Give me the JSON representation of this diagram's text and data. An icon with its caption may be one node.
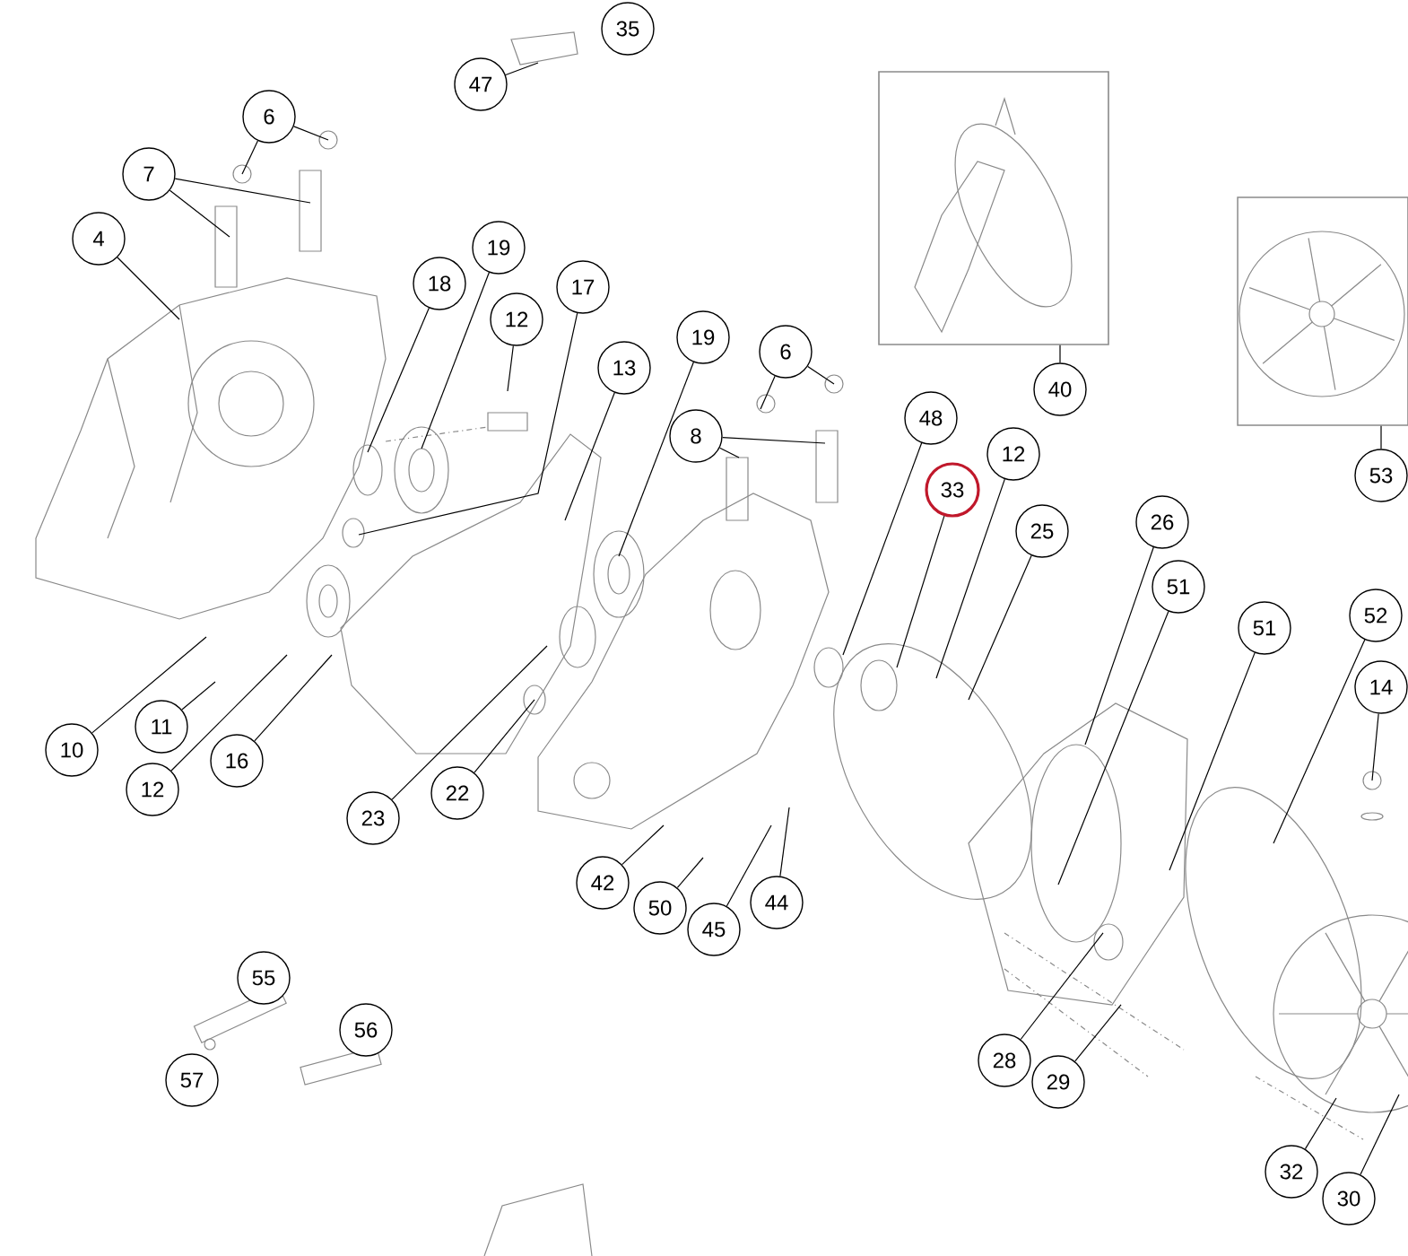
{
  "diagram": {
    "nodes": [
      {
        "text": [
          "47"
        ]
      },
      {
        "text": [],
        "shape": "box"
      },
      {
        "text": [],
        "shape": "box"
      },
      {
        "text": [
          "6"
        ]
      },
      {
        "text": [
          "7"
        ]
      },
      {
        "text": [
          "4"
        ]
      },
      {
        "text": [
          "19"
        ]
      },
      {
        "text": [
          "18"
        ]
      },
      {
        "text": [
          "17"
        ]
      },
      {
        "text": [
          "12"
        ]
      },
      {
        "text": [
          "13"
        ]
      },
      {
        "text": [
          "19"
        ]
      },
      {
        "text": [
          "6"
        ]
      },
      {
        "text": [
          "40"
        ]
      },
      {
        "text": [
          "48"
        ]
      },
      {
        "text": [
          "8"
        ]
      },
      {
        "text": [
          "12"
        ]
      },
      {
        "text": [
          "53"
        ]
      },
      {
        "text": [
          "33"
        ]
      },
      {
        "text": [
          "26"
        ]
      },
      {
        "text": [
          "25"
        ]
      },
      {
        "text": [
          "51"
        ]
      },
      {
        "text": [
          "52"
        ]
      },
      {
        "text": [
          "51"
        ]
      },
      {
        "text": [
          "14"
        ]
      },
      {
        "text": [
          "11"
        ]
      },
      {
        "text": [
          "10"
        ]
      },
      {
        "text": [
          "16"
        ]
      },
      {
        "text": [
          "12"
        ]
      },
      {
        "text": [
          "22"
        ]
      },
      {
        "text": [
          "23"
        ]
      },
      {
        "text": [
          "42"
        ]
      },
      {
        "text": [
          "44"
        ]
      },
      {
        "text": [
          "50"
        ]
      },
      {
        "text": [
          "45"
        ]
      },
      {
        "text": [
          "28"
        ]
      },
      {
        "text": [
          "29"
        ]
      },
      {
        "text": [
          "32"
        ]
      },
      {
        "text": [
          "30"
        ]
      },
      {
        "text": [
          "35"
        ]
      },
      {
        "text": [
          "55"
        ]
      },
      {
        "text": [
          "56"
        ]
      },
      {
        "text": [
          "57"
        ]
      }
    ],
    "edges": [
      {
        "from": 0,
        "to": null,
        "arrow": "none"
      },
      {
        "from": 3,
        "to": null,
        "arrow": "none"
      },
      {
        "from": 3,
        "to": null,
        "arrow": "none"
      },
      {
        "from": 4,
        "to": null,
        "arrow": "none"
      },
      {
        "from": 4,
        "to": null,
        "arrow": "none"
      },
      {
        "from": 5,
        "to": null,
        "arrow": "none"
      },
      {
        "from": 6,
        "to": null,
        "arrow": "none"
      },
      {
        "from": 7,
        "to": null,
        "arrow": "none"
      },
      {
        "from": 8,
        "to": null,
        "arrow": "none"
      },
      {
        "from": 9,
        "to": null,
        "arrow": "none"
      },
      {
        "from": 10,
        "to": null,
        "arrow": "none"
      },
      {
        "from": 11,
        "to": null,
        "arrow": "none"
      },
      {
        "from": 12,
        "to": null,
        "arrow": "none"
      },
      {
        "from": 12,
        "to": null,
        "arrow": "none"
      },
      {
        "from": 13,
        "to": 1,
        "arrow": "none"
      },
      {
        "from": 14,
        "to": null,
        "arrow": "none"
      },
      {
        "from": 15,
        "to": null,
        "arrow": "none"
      },
      {
        "from": 15,
        "to": null,
        "arrow": "none"
      },
      {
        "from": 16,
        "to": null,
        "arrow": "none"
      },
      {
        "from": 17,
        "to": 2,
        "arrow": "none"
      },
      {
        "from": 18,
        "to": null,
        "arrow": "none"
      },
      {
        "from": 19,
        "to": null,
        "arrow": "none"
      },
      {
        "from": 20,
        "to": null,
        "arrow": "none"
      },
      {
        "from": 21,
        "to": null,
        "arrow": "none"
      },
      {
        "from": 22,
        "to": null,
        "arrow": "none"
      },
      {
        "from": 23,
        "to": null,
        "arrow": "none"
      },
      {
        "from": 24,
        "to": null,
        "arrow": "none"
      },
      {
        "from": 25,
        "to": null,
        "arrow": "none"
      },
      {
        "from": 26,
        "to": null,
        "arrow": "none"
      },
      {
        "from": 27,
        "to": null,
        "arrow": "none"
      },
      {
        "from": 28,
        "to": null,
        "arrow": "none"
      },
      {
        "from": 29,
        "to": null,
        "arrow": "none"
      },
      {
        "from": 30,
        "to": null,
        "arrow": "none"
      },
      {
        "from": 31,
        "to": null,
        "arrow": "none"
      },
      {
        "from": 32,
        "to": null,
        "arrow": "none"
      },
      {
        "from": 33,
        "to": null,
        "arrow": "none"
      },
      {
        "from": 34,
        "to": null,
        "arrow": "none"
      },
      {
        "from": 35,
        "to": null,
        "arrow": "none"
      },
      {
        "from": 36,
        "to": null,
        "arrow": "none"
      },
      {
        "from": 37,
        "to": null,
        "arrow": "none"
      },
      {
        "from": 38,
        "to": null,
        "arrow": "none"
      }
    ]
  }
}
